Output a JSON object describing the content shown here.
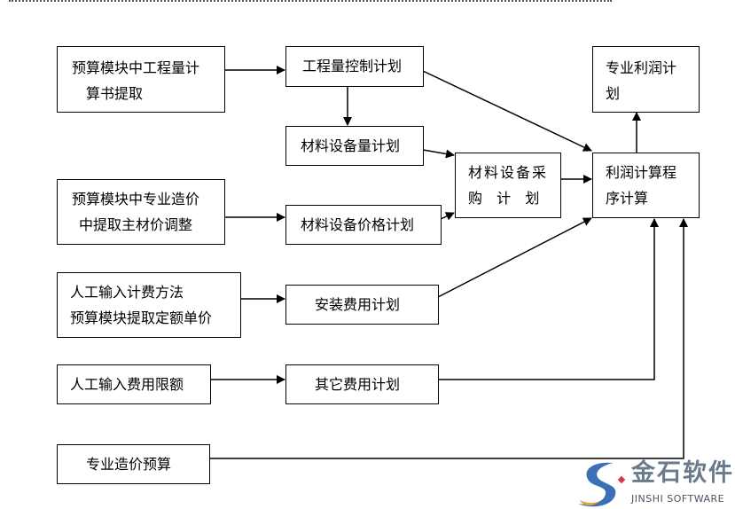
{
  "boxes": {
    "budget_quantity": [
      "预算模块中工程量计",
      "算书提取"
    ],
    "quantity_control": "工程量控制计划",
    "material_quantity": "材料设备量计划",
    "material_purchase": [
      "材料设备采",
      "购  计  划"
    ],
    "budget_material_price": [
      "预算模块中专业造价",
      "中提取主材价调整"
    ],
    "material_price": "材料设备价格计划",
    "profit_plan": [
      "专业利润计",
      "划"
    ],
    "profit_calc": [
      "利润计算程",
      "序计算"
    ],
    "manual_fee_method": [
      "人工输入计费方法",
      "预算模块提取定额单价"
    ],
    "install_fee": "安装费用计划",
    "manual_fee_limit": "人工输入费用限额",
    "other_fee": "其它费用计划",
    "professional_budget": "专业造价预算"
  },
  "logo": {
    "name": "金石软件",
    "subtitle": "JINSHI SOFTWARE",
    "colors": {
      "blue": "#3b6fb6",
      "gold": "#e0a43a",
      "red": "#d9344a"
    }
  }
}
